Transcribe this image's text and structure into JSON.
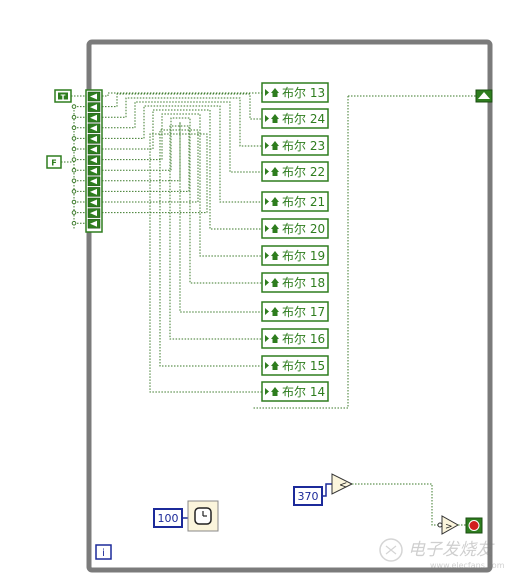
{
  "constants": {
    "true_label": "T",
    "false_label": "F",
    "wait_ms": "100",
    "compare_value": "370"
  },
  "indicators": [
    {
      "label": "布尔 13"
    },
    {
      "label": "布尔 24"
    },
    {
      "label": "布尔 23"
    },
    {
      "label": "布尔 22"
    },
    {
      "label": "布尔 21"
    },
    {
      "label": "布尔 20"
    },
    {
      "label": "布尔 19"
    },
    {
      "label": "布尔 18"
    },
    {
      "label": "布尔 17"
    },
    {
      "label": "布尔 16"
    },
    {
      "label": "布尔 15"
    },
    {
      "label": "布尔 14"
    }
  ],
  "loop": {
    "iteration_label": "i"
  },
  "watermark": {
    "text": "电子发烧友",
    "url": "www.elecfans.com"
  },
  "colors": {
    "loop_border": "#7b7b7b",
    "boolean_green": "#2e7d1e",
    "boolean_fill": "#4caf3c",
    "numeric_blue": "#1c2a9a",
    "wire_green": "#3b7a2a",
    "stop_red": "#d11f1f"
  }
}
